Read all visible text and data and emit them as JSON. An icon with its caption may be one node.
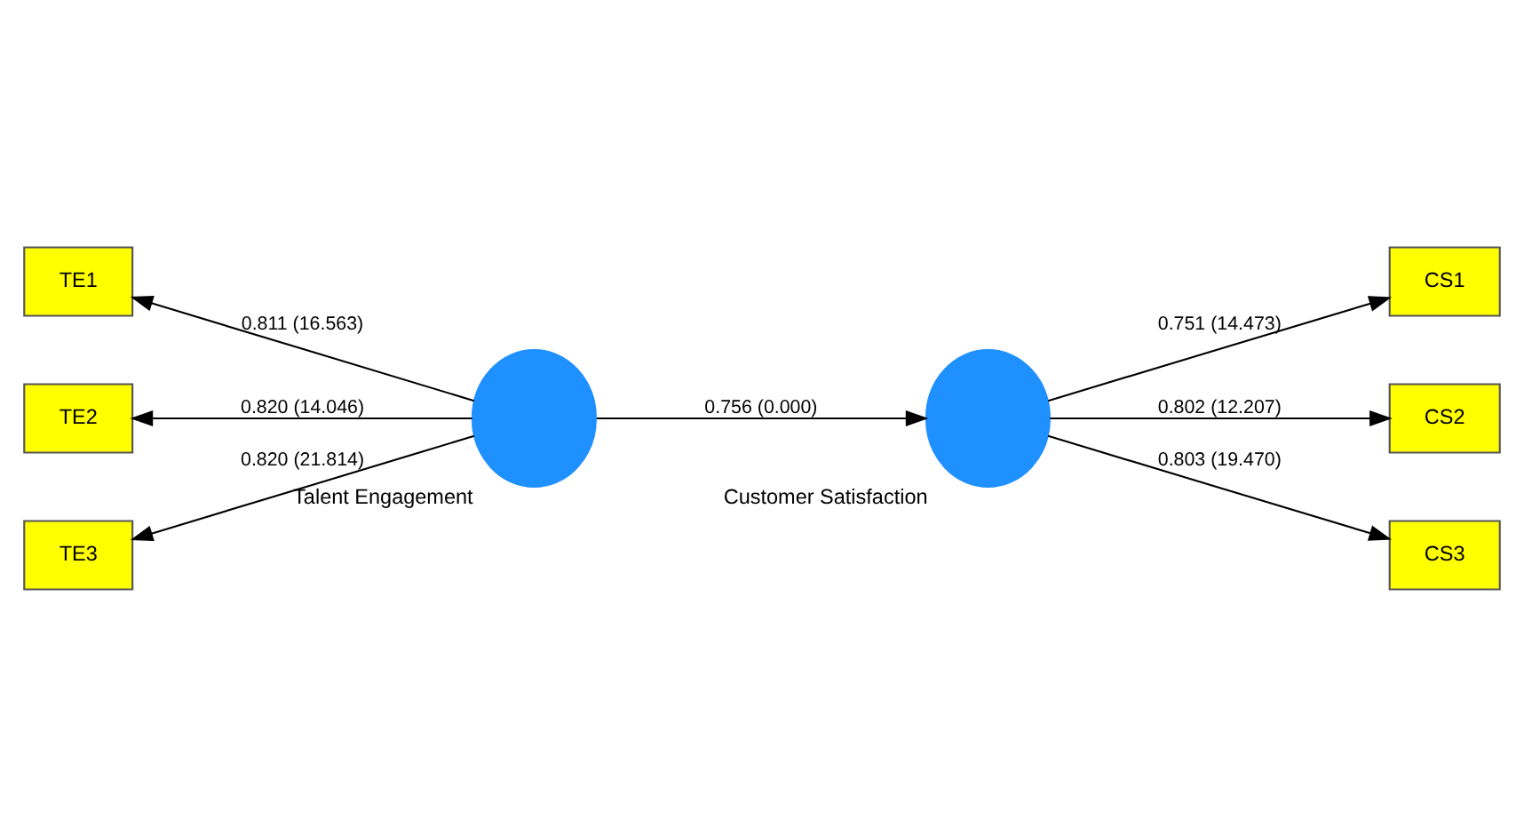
{
  "diagram": {
    "nodes": [
      {
        "text": [
          "TE1"
        ]
      },
      {
        "text": [
          "TE2"
        ]
      },
      {
        "text": [
          "TE3"
        ]
      },
      {
        "text": [],
        "shape": "circle",
        "beside": [
          "Talent Engagement"
        ]
      },
      {
        "text": [],
        "shape": "circle",
        "beside": [
          "Customer Satisfaction"
        ]
      },
      {
        "text": [
          "CS1"
        ]
      },
      {
        "text": [
          "CS2"
        ]
      },
      {
        "text": [
          "CS3"
        ]
      }
    ],
    "edges": [
      {
        "from": 3,
        "to": 0,
        "arrow": "to",
        "label": "0.811 (16.563)"
      },
      {
        "from": 3,
        "to": 1,
        "arrow": "to",
        "label": "0.820 (14.046)"
      },
      {
        "from": 3,
        "to": 2,
        "arrow": "to",
        "label": "0.820 (21.814)"
      },
      {
        "from": 3,
        "to": 4,
        "arrow": "to",
        "label": "0.756 (0.000)"
      },
      {
        "from": 4,
        "to": 5,
        "arrow": "to",
        "label": "0.751 (14.473)"
      },
      {
        "from": 4,
        "to": 6,
        "arrow": "to",
        "label": "0.802 (12.207)"
      },
      {
        "from": 4,
        "to": 7,
        "arrow": "to",
        "label": "0.803 (19.470)"
      }
    ]
  }
}
